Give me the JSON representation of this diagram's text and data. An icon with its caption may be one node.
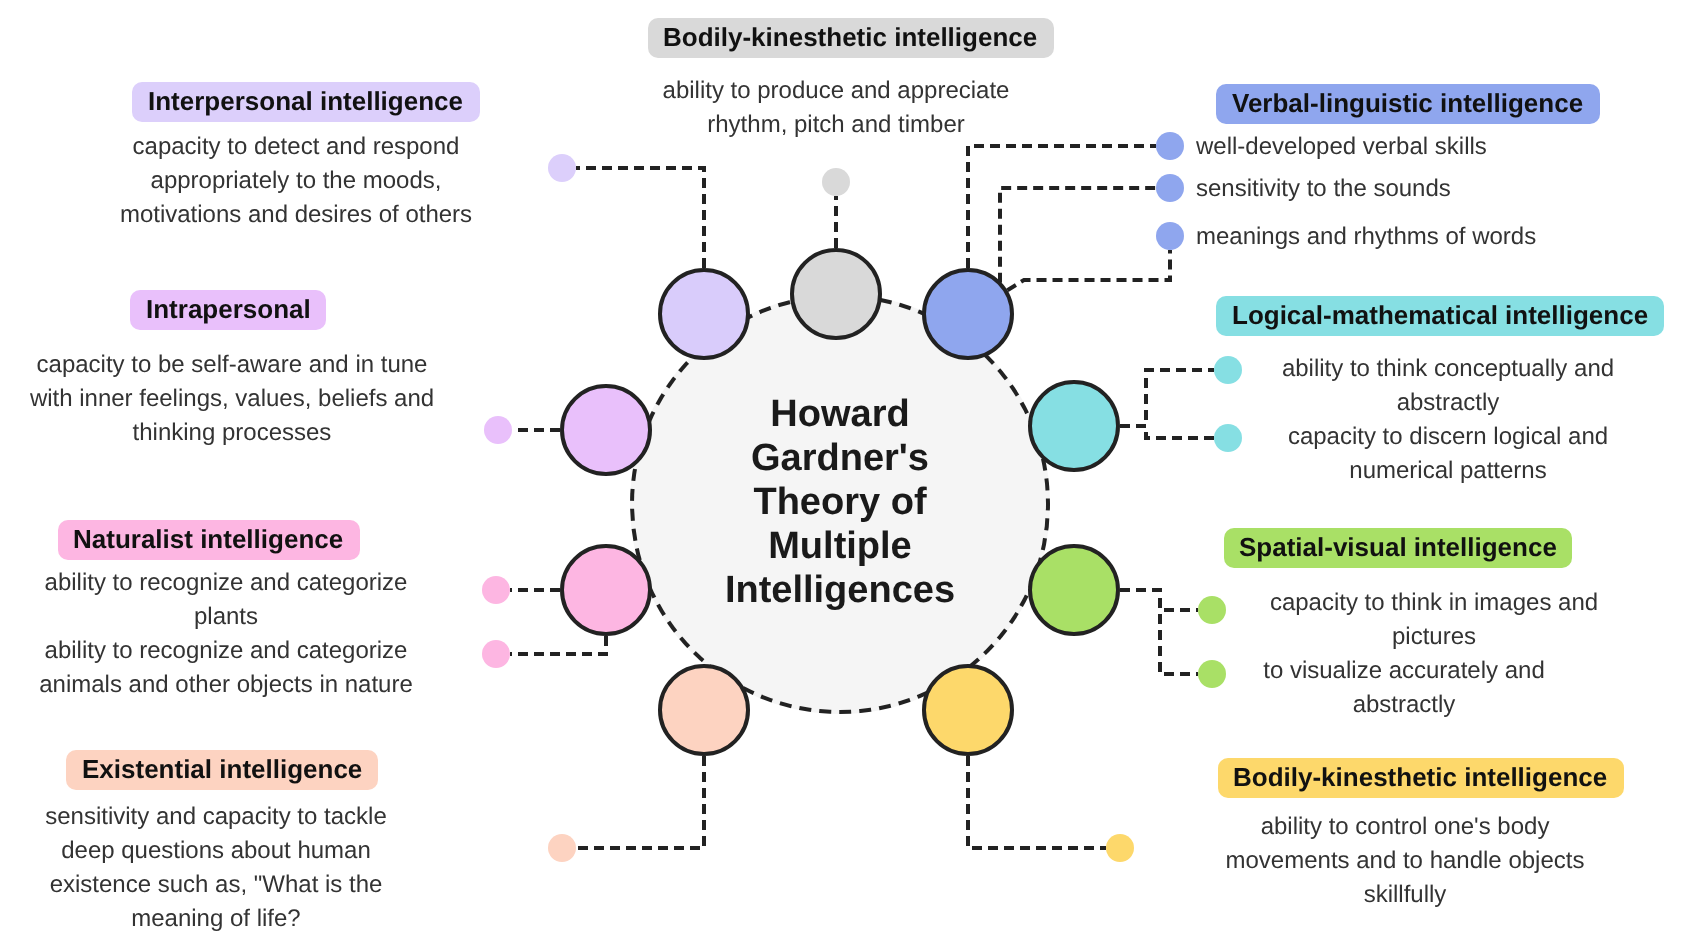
{
  "diagram": {
    "nodes": [
      {
        "text": [
          "Howard Gardner's Theory of Multiple Intelligences"
        ]
      },
      {
        "text": [],
        "shape": "circle"
      },
      {
        "text": [],
        "shape": "circle"
      },
      {
        "text": [],
        "shape": "circle"
      },
      {
        "text": [],
        "shape": "circle"
      },
      {
        "text": [],
        "shape": "circle"
      },
      {
        "text": [],
        "shape": "circle"
      },
      {
        "text": [],
        "shape": "circle"
      },
      {
        "text": [],
        "shape": "circle"
      },
      {
        "text": [],
        "shape": "circle"
      },
      {
        "text": [
          "Bodily-kinesthetic intelligence"
        ]
      },
      {
        "text": [
          "Interpersonal intelligence"
        ],
        "beside": [
          "capacity to detect and respond appropriately to the moods, motivations and desires of others"
        ]
      },
      {
        "text": [
          "Verbal-linguistic intelligence"
        ]
      },
      {
        "text": [
          "Intrapersonal"
        ],
        "beside": [
          "capacity to be self-aware and in tune with inner feelings, values, beliefs and thinking processes"
        ]
      },
      {
        "text": [
          "Logical-mathematical intelligence"
        ],
        "beside": [
          "ability to think conceptually and abstractly"
        ]
      },
      {
        "text": [
          "Naturalist intelligence"
        ],
        "beside": [
          "ability to recognize and categorize plants"
        ]
      },
      {
        "text": [
          "Spatial-visual intelligence"
        ],
        "beside": [
          "capacity to think in images and pictures"
        ]
      },
      {
        "text": [
          "Existential intelligence"
        ],
        "beside": [
          "sensitivity and capacity to tackle deep questions about human existence such as, \"What is the meaning of life?"
        ]
      },
      {
        "text": [
          "Bodily-kinesthetic intelligence"
        ],
        "beside": [
          "ability to control one's body movements and to handle objects skillfully"
        ]
      },
      {
        "text": [],
        "shape": "circle"
      },
      {
        "text": [],
        "shape": "circle",
        "beside": [
          "ability to produce and appreciate rhythm, pitch and timber"
        ]
      },
      {
        "text": [],
        "shape": "circle",
        "beside": [
          "well-developed verbal skills"
        ]
      },
      {
        "text": [],
        "shape": "circle",
        "beside": [
          "sensitivity to the sounds"
        ]
      },
      {
        "text": [],
        "shape": "circle",
        "beside": [
          "meanings and rhythms of words"
        ]
      },
      {
        "text": [],
        "shape": "circle"
      },
      {
        "text": [],
        "shape": "circle"
      },
      {
        "text": [],
        "shape": "circle",
        "beside": [
          "capacity to discern logical and numerical patterns"
        ]
      },
      {
        "text": [],
        "shape": "circle"
      },
      {
        "text": [],
        "shape": "circle",
        "beside": [
          "ability to recognize and categorize animals and other objects in nature"
        ]
      },
      {
        "text": [],
        "shape": "circle"
      },
      {
        "text": [],
        "shape": "circle",
        "beside": [
          "to visualize accurately and abstractly"
        ]
      },
      {
        "text": [],
        "shape": "circle"
      },
      {
        "text": [],
        "shape": "circle"
      }
    ],
    "edges": [
      {
        "from": 1,
        "to": 19,
        "arrow": "none",
        "style": "dashed"
      },
      {
        "from": 2,
        "to": 20,
        "arrow": "none",
        "style": "dashed"
      },
      {
        "from": 3,
        "to": 21,
        "arrow": "none",
        "style": "dashed"
      },
      {
        "from": 3,
        "to": 22,
        "arrow": "none",
        "style": "dashed"
      },
      {
        "from": 3,
        "to": 23,
        "arrow": "none",
        "style": "dashed"
      },
      {
        "from": 4,
        "to": 24,
        "arrow": "none",
        "style": "dashed"
      },
      {
        "from": 5,
        "to": 25,
        "arrow": "none",
        "style": "dashed"
      },
      {
        "from": 5,
        "to": 26,
        "arrow": "none",
        "style": "dashed"
      },
      {
        "from": 6,
        "to": 27,
        "arrow": "none",
        "style": "dashed"
      },
      {
        "from": 6,
        "to": 28,
        "arrow": "none",
        "style": "dashed"
      },
      {
        "from": 7,
        "to": 29,
        "arrow": "none",
        "style": "dashed"
      },
      {
        "from": 7,
        "to": 30,
        "arrow": "none",
        "style": "dashed"
      },
      {
        "from": 8,
        "to": 31,
        "arrow": "none",
        "style": "dashed"
      },
      {
        "from": 9,
        "to": 32,
        "arrow": "none",
        "style": "dashed"
      }
    ]
  }
}
